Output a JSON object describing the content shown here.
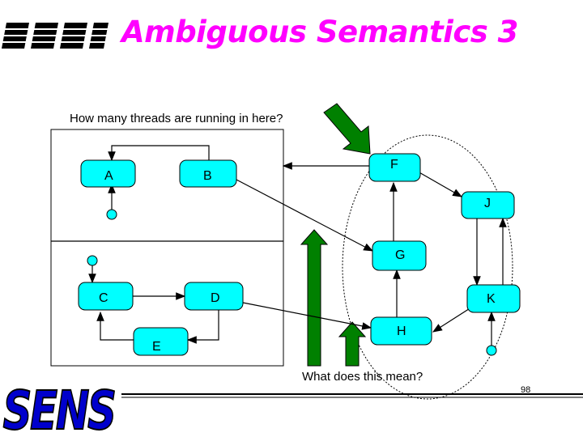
{
  "slide": {
    "title": "Ambiguous Semantics 3",
    "question_top": "How many threads are running in here?",
    "question_bottom": "What does this mean?",
    "logo_text": "SENS",
    "page_number": "98"
  },
  "nodes": {
    "A": "A",
    "B": "B",
    "C": "C",
    "D": "D",
    "E": "E",
    "F": "F",
    "G": "G",
    "H": "H",
    "J": "J",
    "K": "K"
  },
  "colors": {
    "title": "#ff00ff",
    "node_fill": "#00ffff",
    "arrow_green": "#008000",
    "logo_blue": "#0000cc"
  }
}
